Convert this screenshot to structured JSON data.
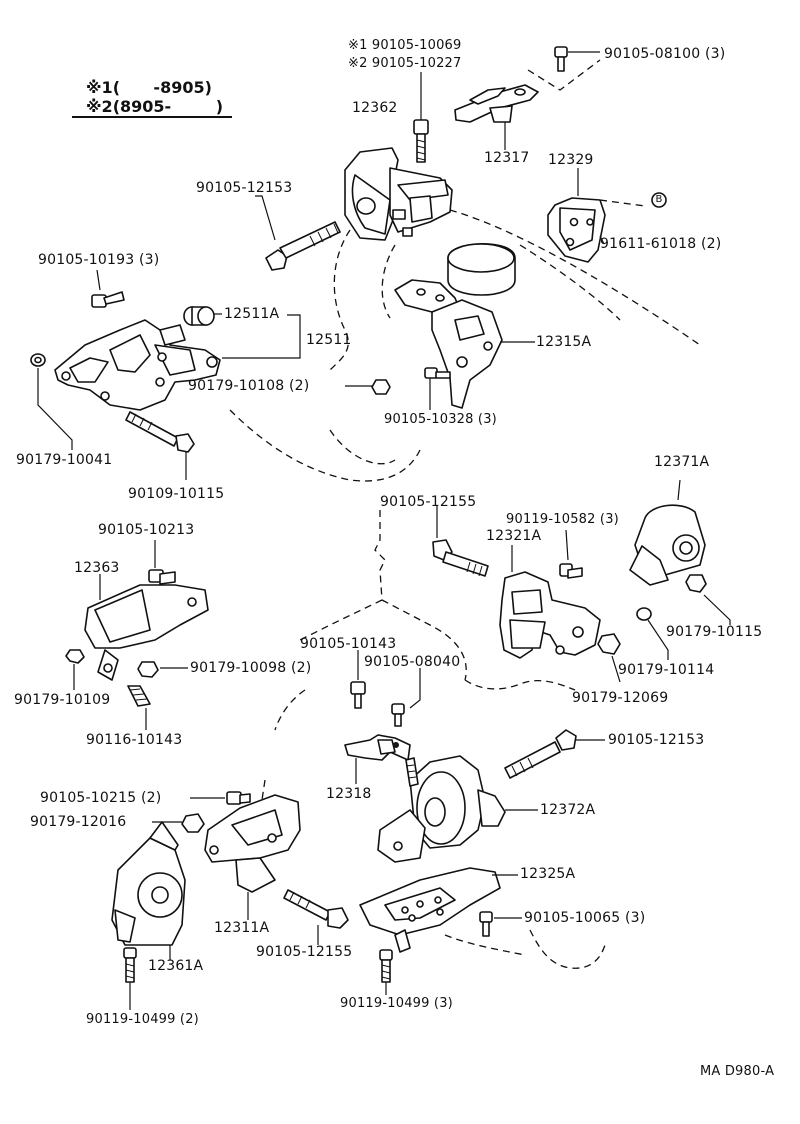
{
  "legend": {
    "line1": "※1(      -8905)",
    "line2": "※2(8905-        )"
  },
  "drawing_code": "MA D980-A",
  "labels": {
    "note_1": "※1 90105-10069",
    "note_2": "※2 90105-10227",
    "p_90105_08100": "90105-08100 (3)",
    "p_12362": "12362",
    "p_12317": "12317",
    "p_12329": "12329",
    "p_90105_12153_top": "90105-12153",
    "p_91611_61018": "91611-61018 (2)",
    "p_90105_10193": "90105-10193 (3)",
    "p_12511A": "12511A",
    "p_12511": "12511",
    "p_12315A": "12315A",
    "p_90179_10108": "90179-10108 (2)",
    "p_90105_10328": "90105-10328 (3)",
    "p_90179_10041": "90179-10041",
    "p_90109_10115": "90109-10115",
    "p_12371A": "12371A",
    "p_90105_12155_mid": "90105-12155",
    "p_90119_10582": "90119-10582 (3)",
    "p_12321A": "12321A",
    "p_90105_10213": "90105-10213",
    "p_12363": "12363",
    "p_90179_10115": "90179-10115",
    "p_90179_10114": "90179-10114",
    "p_90105_10143": "90105-10143",
    "p_90105_08040": "90105-08040",
    "p_90179_12069": "90179-12069",
    "p_90179_10098": "90179-10098 (2)",
    "p_90179_10109": "90179-10109",
    "p_90116_10143": "90116-10143",
    "p_90105_12153_bottom": "90105-12153",
    "p_12318": "12318",
    "p_12372A": "12372A",
    "p_90105_10215": "90105-10215 (2)",
    "p_90179_12016": "90179-12016",
    "p_12325A": "12325A",
    "p_90105_10065": "90105-10065 (3)",
    "p_12311A": "12311A",
    "p_90105_12155_bottom": "90105-12155",
    "p_12361A": "12361A",
    "p_90119_10499_2": "90119-10499 (2)",
    "p_90119_10499_3": "90119-10499 (3)",
    "callout_B": "B"
  }
}
